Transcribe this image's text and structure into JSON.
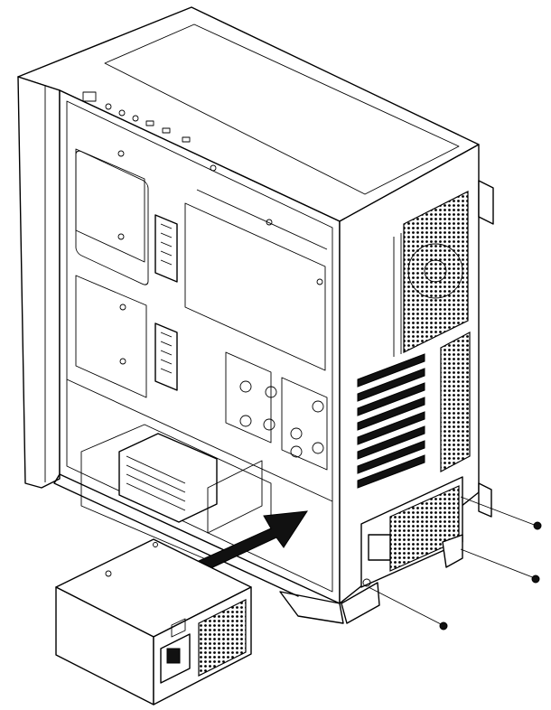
{
  "figure": {
    "subject": "pc-case-psu-installation",
    "arrow_direction": "insert-into-case",
    "screws": 3,
    "colors": {
      "line": "#000000",
      "background": "#ffffff"
    }
  }
}
